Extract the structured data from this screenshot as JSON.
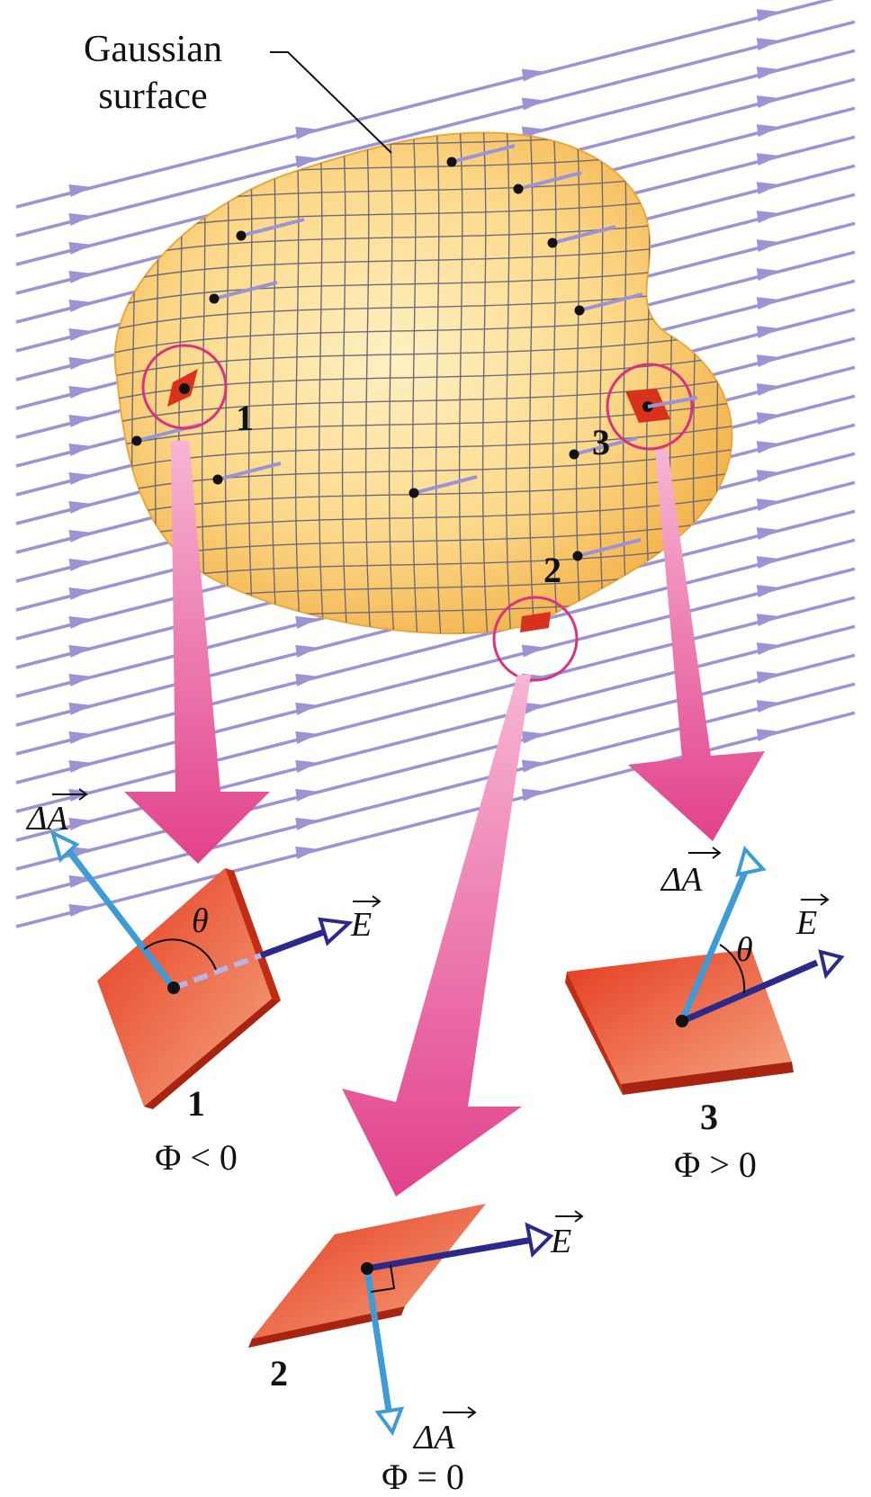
{
  "caption": {
    "line1": "Gaussian",
    "line2": "surface"
  },
  "callouts": [
    {
      "id": "1",
      "label": "1"
    },
    {
      "id": "2",
      "label": "2"
    },
    {
      "id": "3",
      "label": "3"
    }
  ],
  "patches": [
    {
      "id": "1",
      "number": "1",
      "flux": "Φ < 0",
      "angle_label": "θ",
      "area_label": "ΔA",
      "field_label": "E"
    },
    {
      "id": "2",
      "number": "2",
      "flux": "Φ = 0",
      "area_label": "ΔA",
      "field_label": "E"
    },
    {
      "id": "3",
      "number": "3",
      "flux": "Φ > 0",
      "angle_label": "θ",
      "area_label": "ΔA",
      "field_label": "E"
    }
  ],
  "colors": {
    "field_line": "#9a93d6",
    "surface_fill": "#fbd98a",
    "surface_edge": "#e8a93a",
    "grid": "#6d6a7a",
    "patch": "#e0472a",
    "callout_circle": "#d8337f",
    "pointer": "#e8559b",
    "area_vector": "#3d9bd6",
    "field_vector": "#2b2a8a"
  }
}
